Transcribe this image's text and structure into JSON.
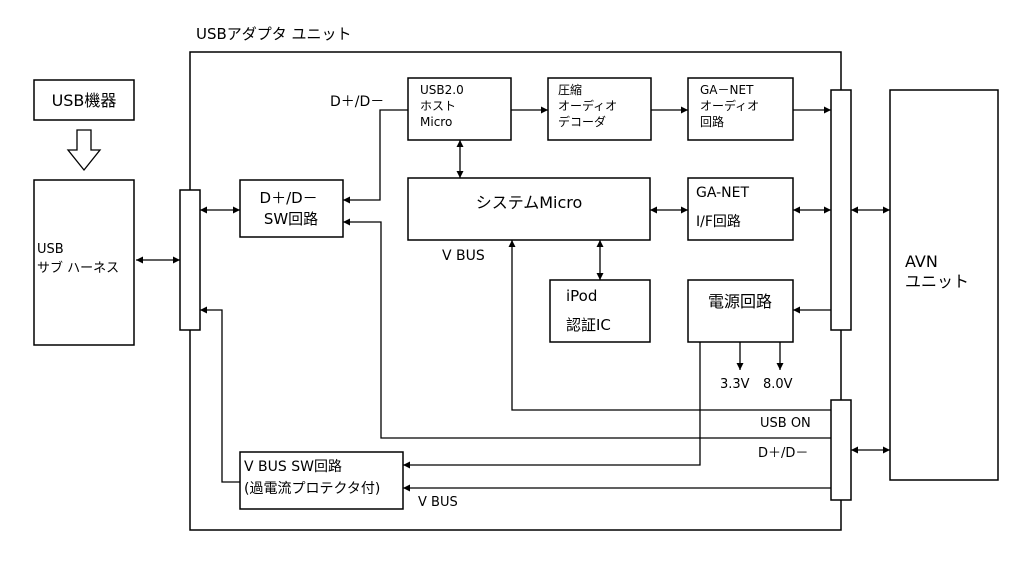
{
  "adapter_label": "USBアダプタ ユニット",
  "usb_device": "USB機器",
  "usb_sub_harness": [
    "USB",
    "サブ ハーネス"
  ],
  "dd_switch": [
    "D＋/D－",
    "SW回路"
  ],
  "usb_host_micro": [
    "USB2.0",
    "ホスト",
    "Micro"
  ],
  "audio_decoder": [
    "圧縮",
    "オーディオ",
    "デコーダ"
  ],
  "ganet_audio": [
    "GA－NET",
    "オーディオ",
    "回路"
  ],
  "system_micro": "システムMicro",
  "ganet_if": [
    "GA-NET",
    "I/F回路"
  ],
  "ipod_auth": [
    "iPod",
    "認証IC"
  ],
  "power_circuit": "電源回路",
  "vbus_switch": [
    "V BUS SW回路",
    "(過電流プロテクタ付)"
  ],
  "avn_unit": [
    "AVN",
    "ユニット"
  ],
  "labels": {
    "dd_top": "D＋/D－",
    "vbus_mid": "V BUS",
    "v33": "3.3V",
    "v80": "8.0V",
    "usb_on": "USB ON",
    "dd_bottom": "D＋/D－",
    "vbus_bottom": "V BUS"
  }
}
